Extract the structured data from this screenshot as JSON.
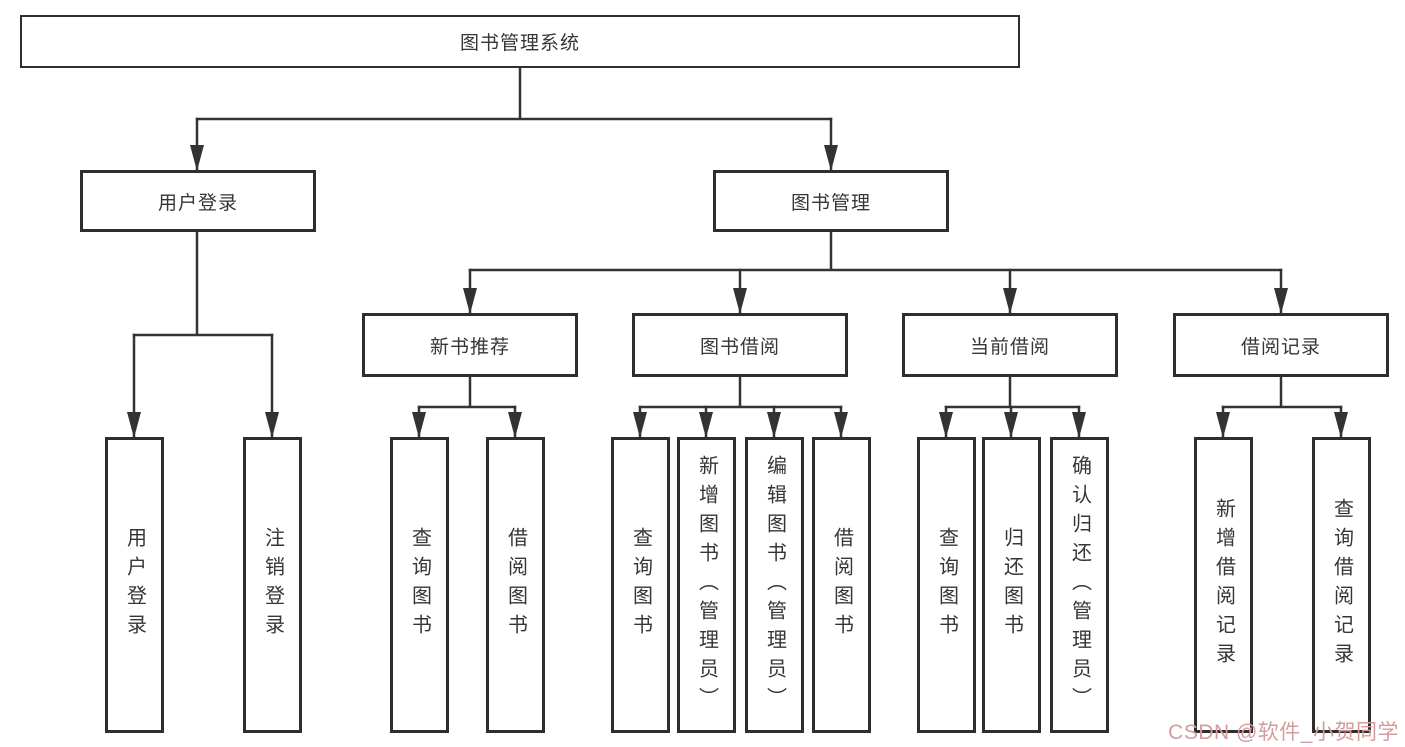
{
  "page": {
    "background": "#ffffff"
  },
  "style_tokens": {
    "line_color": "#333333",
    "box_border_color": "#2e2e2e",
    "text_color": "#363636",
    "watermark_color": "#d49c9c"
  },
  "tree": {
    "root_label": "图书管理系统",
    "level1": [
      {
        "label": "用户登录"
      },
      {
        "label": "图书管理"
      }
    ],
    "level2": [
      {
        "label": "新书推荐"
      },
      {
        "label": "图书借阅"
      },
      {
        "label": "当前借阅"
      },
      {
        "label": "借阅记录"
      }
    ],
    "leaves": {
      "user_login": [
        "用户登录",
        "注销登录"
      ],
      "new_book": [
        "查询图书",
        "借阅图书"
      ],
      "borrow": [
        "查询图书",
        "新增图书（管理员）",
        "编辑图书（管理员）",
        "借阅图书"
      ],
      "current": [
        "查询图书",
        "归还图书",
        "确认归还（管理员）"
      ],
      "records": [
        "新增借阅记录",
        "查询借阅记录"
      ]
    }
  },
  "watermark": {
    "text": "CSDN @软件_小贺同学"
  }
}
